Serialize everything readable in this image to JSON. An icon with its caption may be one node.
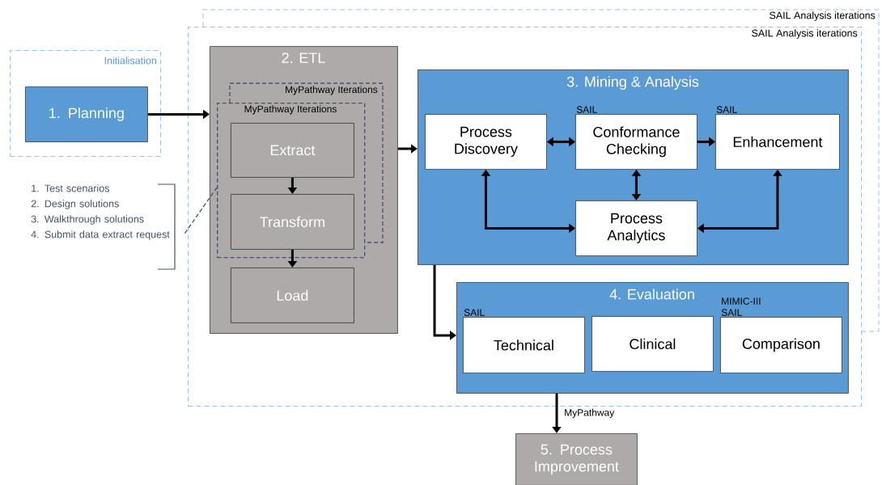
{
  "diagram": {
    "nodes": [
      {
        "text": [
          "Initialisation"
        ]
      },
      {
        "text": [
          "1. Planning"
        ],
        "in": 0
      },
      {
        "text": [
          "SAIL Analysis iterations"
        ]
      },
      {
        "text": [
          "2. ETL"
        ],
        "in": 2
      },
      {
        "text": [
          "MyPathway Iterations"
        ],
        "in": 3
      },
      {
        "text": [
          "Extract"
        ],
        "in": 4
      },
      {
        "text": [
          "Transform"
        ],
        "in": 4
      },
      {
        "text": [
          "Load"
        ],
        "in": 3
      },
      {
        "text": [
          "1. Test scenarios",
          "2. Design solutions",
          "3. Walkthrough solutions",
          "4. Submit data extract request"
        ]
      },
      {
        "text": [
          "3. Mining & Analysis"
        ],
        "in": 2
      },
      {
        "text": [
          "Process Discovery"
        ],
        "in": 9
      },
      {
        "text": [
          "Conformance Checking"
        ],
        "in": 9,
        "beside": [
          "SAIL"
        ]
      },
      {
        "text": [
          "Enhancement"
        ],
        "in": 9,
        "beside": [
          "SAIL"
        ]
      },
      {
        "text": [
          "Process Analytics"
        ],
        "in": 9
      },
      {
        "text": [
          "4. Evaluation"
        ],
        "in": 2
      },
      {
        "text": [
          "Technical"
        ],
        "in": 14,
        "beside": [
          "SAIL"
        ]
      },
      {
        "text": [
          "Clinical"
        ],
        "in": 14
      },
      {
        "text": [
          "Comparison"
        ],
        "in": 14,
        "beside": [
          "MIMIC-III SAIL"
        ]
      },
      {
        "text": [
          "5. Process Improvement"
        ]
      }
    ],
    "edges": [
      {
        "from": 1,
        "to": 3,
        "arrow": "to"
      },
      {
        "from": 3,
        "to": 9,
        "arrow": "to"
      },
      {
        "from": 5,
        "to": 6,
        "arrow": "to"
      },
      {
        "from": 6,
        "to": 7,
        "arrow": "to"
      },
      {
        "from": 10,
        "to": 11,
        "arrow": "both"
      },
      {
        "from": 11,
        "to": 12,
        "arrow": "to"
      },
      {
        "from": 11,
        "to": 13,
        "arrow": "both"
      },
      {
        "from": 10,
        "to": 13,
        "arrow": "both"
      },
      {
        "from": 12,
        "to": 13,
        "arrow": "both"
      },
      {
        "from": 9,
        "to": 14,
        "arrow": "to"
      },
      {
        "from": 14,
        "to": 18,
        "arrow": "to",
        "label": "MyPathway"
      },
      {
        "from": 8,
        "to": 4,
        "arrow": "none",
        "style": "dashed",
        "color": "#44546a"
      }
    ],
    "labels": [
      "SAIL Analysis iterations",
      "MyPathway Iterations"
    ]
  }
}
